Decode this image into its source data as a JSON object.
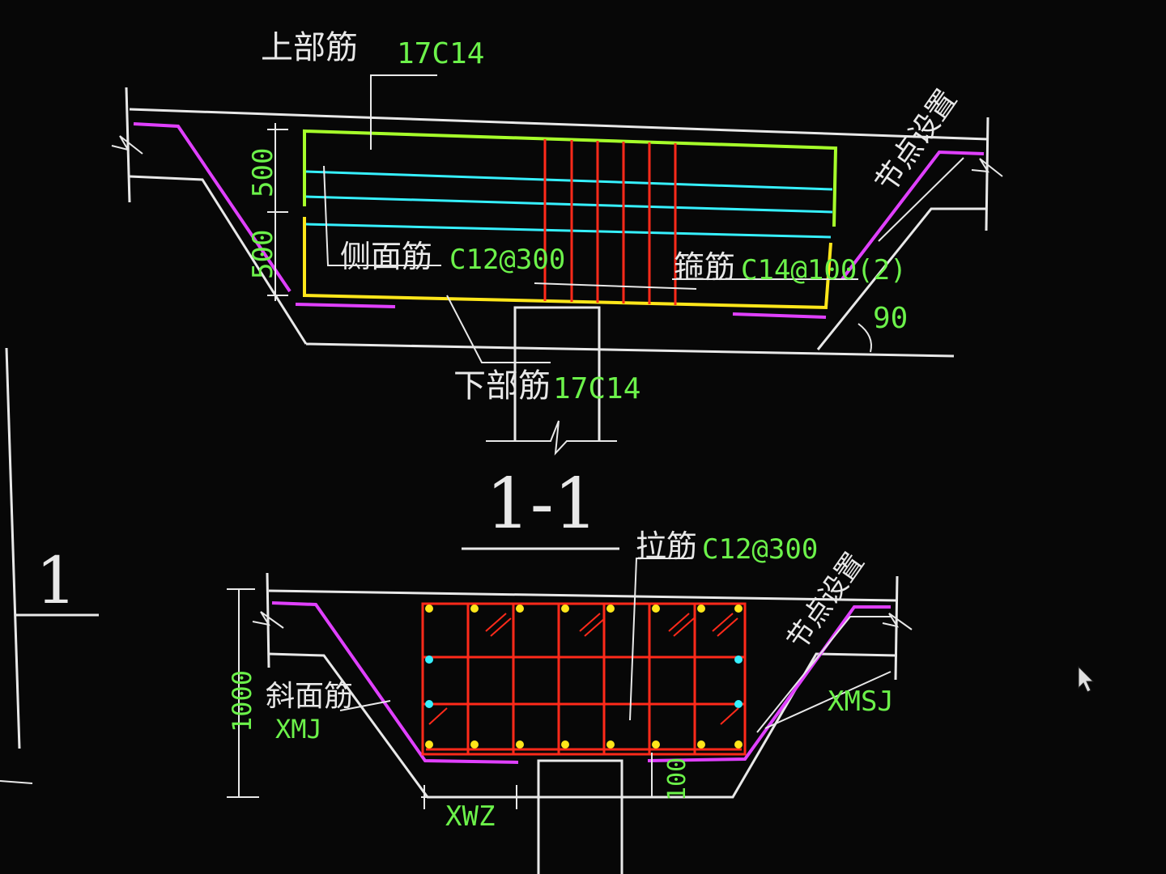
{
  "labels": {
    "top_bar": "上部筋",
    "top_bar_spec": "17C14",
    "side_bar": "侧面筋",
    "side_bar_spec": "C12@300",
    "stirrup": "箍筋",
    "stirrup_spec": "C14@100(2)",
    "bottom_bar": "下部筋",
    "bottom_bar_spec": "17C14",
    "node_setting_top": "节点设置",
    "node_setting_bottom": "节点设置",
    "angle": "90",
    "dim_500_a": "500",
    "dim_500_b": "500",
    "section_title": "1-1",
    "section_mark": "1",
    "tie_bar": "拉筋",
    "tie_bar_spec": "C12@300",
    "slope_bar": "斜面筋",
    "slope_bar_code": "XMJ",
    "dim_1000": "1000",
    "dim_100": "100",
    "xwz": "XWZ",
    "xmsj": "XMSJ"
  },
  "colors": {
    "background": "#070707",
    "outline": "#e8e8e8",
    "stirrup": "#ff2a1a",
    "top_bar": "#a6ff2a",
    "bottom_bar": "#ffe61a",
    "side_bar": "#36f0ff",
    "slope": "#e040ff",
    "text_green": "#6cf24a"
  }
}
